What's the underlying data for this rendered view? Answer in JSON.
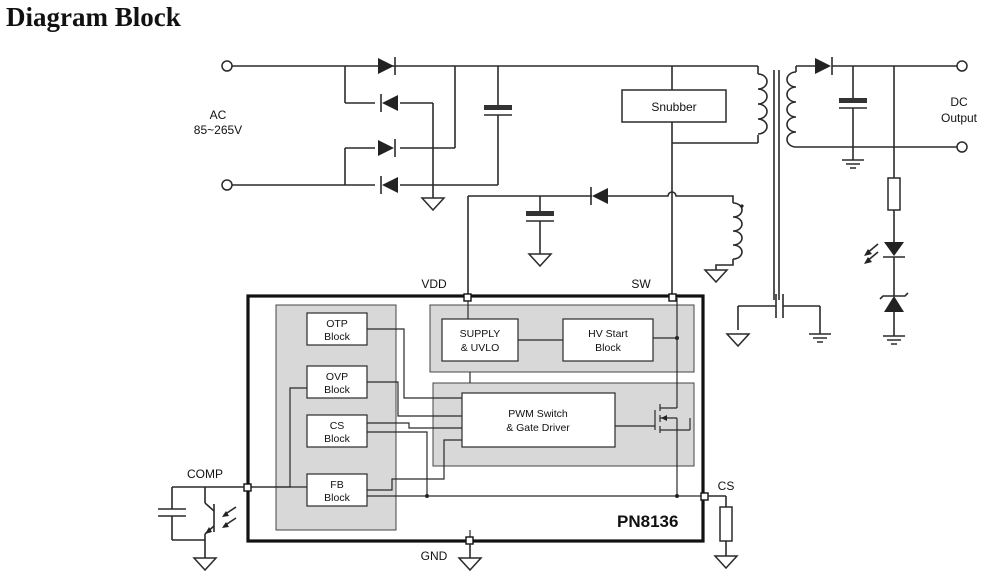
{
  "title": "Diagram Block",
  "labels": {
    "ac_line1": "AC",
    "ac_line2": "85~265V",
    "dc_line1": "DC",
    "dc_line2": "Output",
    "snubber": "Snubber",
    "vdd": "VDD",
    "sw": "SW",
    "comp": "COMP",
    "cs": "CS",
    "gnd": "GND",
    "chip_name": "PN8136"
  },
  "blocks": {
    "otp": [
      "OTP",
      "Block"
    ],
    "ovp": [
      "OVP",
      "Block"
    ],
    "cs": [
      "CS",
      "Block"
    ],
    "fb": [
      "FB",
      "Block"
    ],
    "supply": [
      "SUPPLY",
      "& UVLO"
    ],
    "hvstart": [
      "HV Start",
      "Block"
    ],
    "pwm": [
      "PWM Switch",
      "& Gate Driver"
    ]
  }
}
